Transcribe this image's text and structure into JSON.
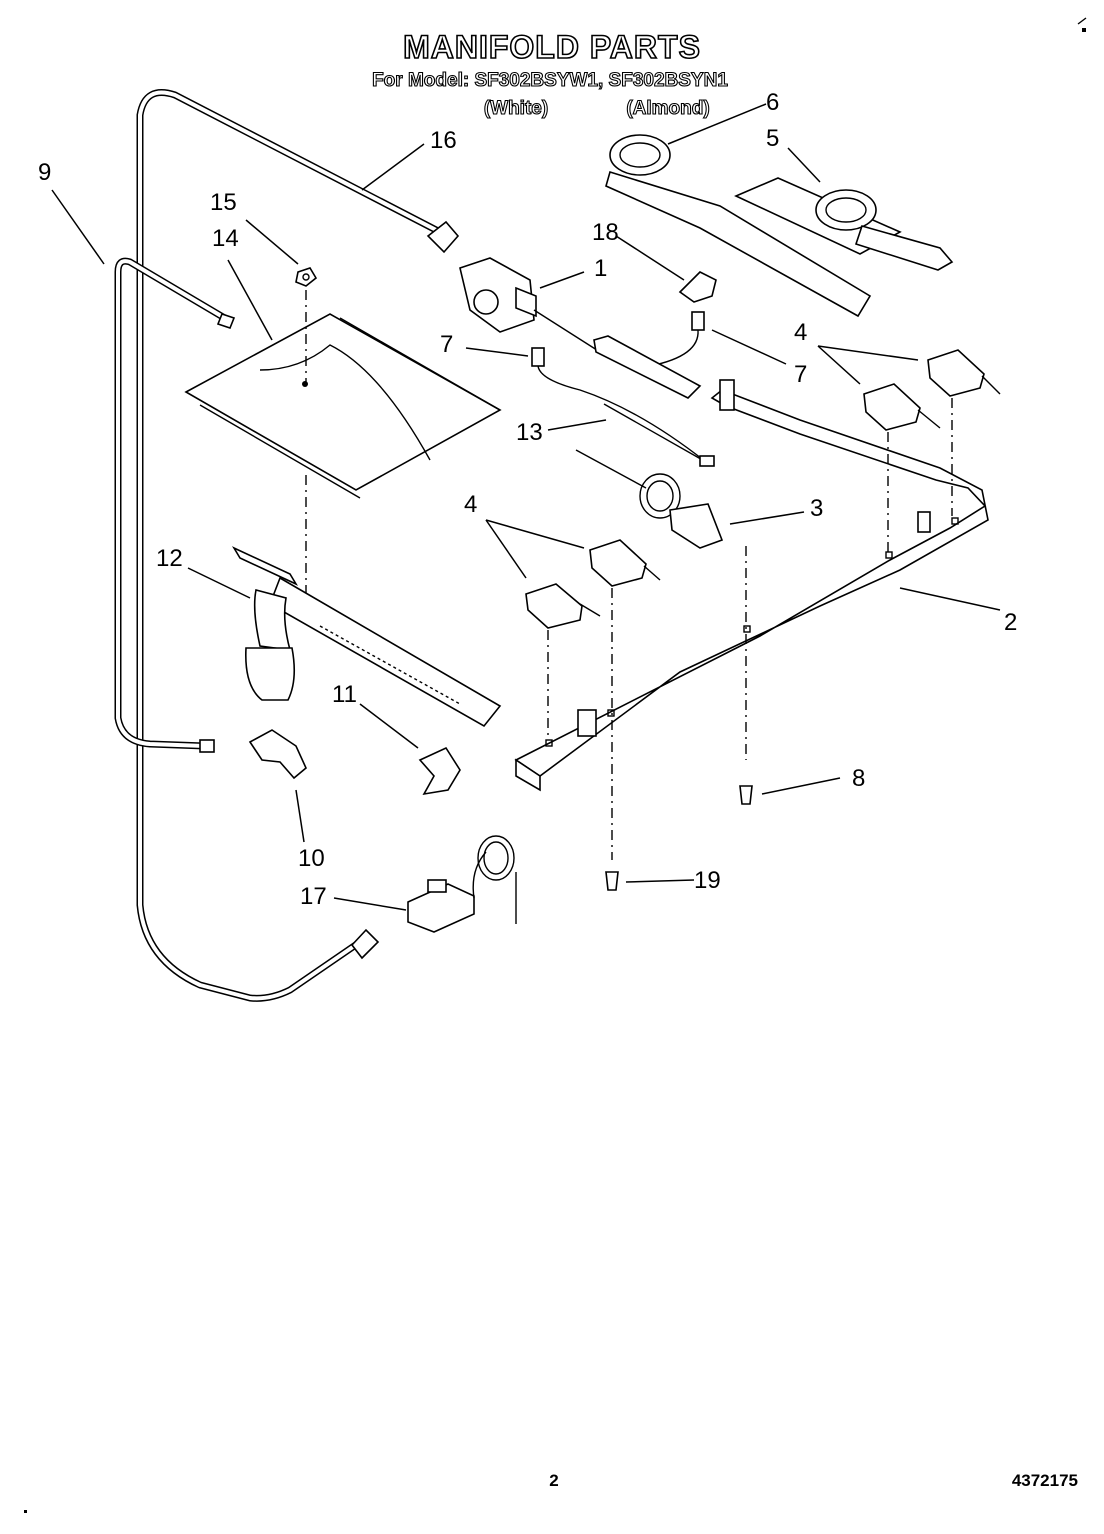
{
  "header": {
    "title": "MANIFOLD PARTS",
    "model_line": "For Model: SF302BSYW1, SF302BSYN1",
    "color_white": "(White)",
    "color_almond": "(Almond)"
  },
  "callouts": [
    {
      "id": "c1",
      "label": "1"
    },
    {
      "id": "c2",
      "label": "2"
    },
    {
      "id": "c3",
      "label": "3"
    },
    {
      "id": "c4a",
      "label": "4"
    },
    {
      "id": "c4b",
      "label": "4"
    },
    {
      "id": "c5",
      "label": "5"
    },
    {
      "id": "c6",
      "label": "6"
    },
    {
      "id": "c7a",
      "label": "7"
    },
    {
      "id": "c7b",
      "label": "7"
    },
    {
      "id": "c8",
      "label": "8"
    },
    {
      "id": "c9",
      "label": "9"
    },
    {
      "id": "c10",
      "label": "10"
    },
    {
      "id": "c11",
      "label": "11"
    },
    {
      "id": "c12",
      "label": "12"
    },
    {
      "id": "c13",
      "label": "13"
    },
    {
      "id": "c14",
      "label": "14"
    },
    {
      "id": "c15",
      "label": "15"
    },
    {
      "id": "c16",
      "label": "16"
    },
    {
      "id": "c17",
      "label": "17"
    },
    {
      "id": "c18",
      "label": "18"
    },
    {
      "id": "c19",
      "label": "19"
    }
  ],
  "footer": {
    "page_number": "2",
    "doc_number": "4372175"
  }
}
